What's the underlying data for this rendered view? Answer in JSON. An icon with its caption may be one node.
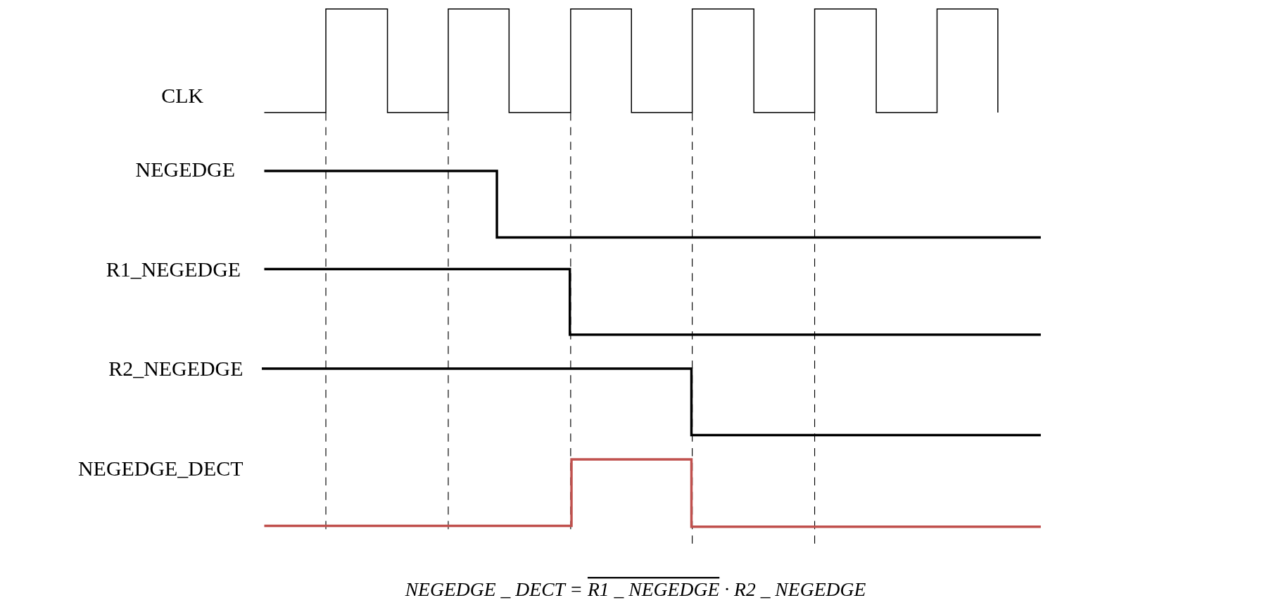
{
  "diagram": {
    "labels": [
      "CLK",
      "NEGEDGE",
      "R1_NEGEDGE",
      "R2_NEGEDGE",
      "NEGEDGE_DECT",
      "NEGEDGE _ DECT =",
      "R1 _ NEGEDGE",
      "· R2 _ NEGEDGE"
    ]
  }
}
